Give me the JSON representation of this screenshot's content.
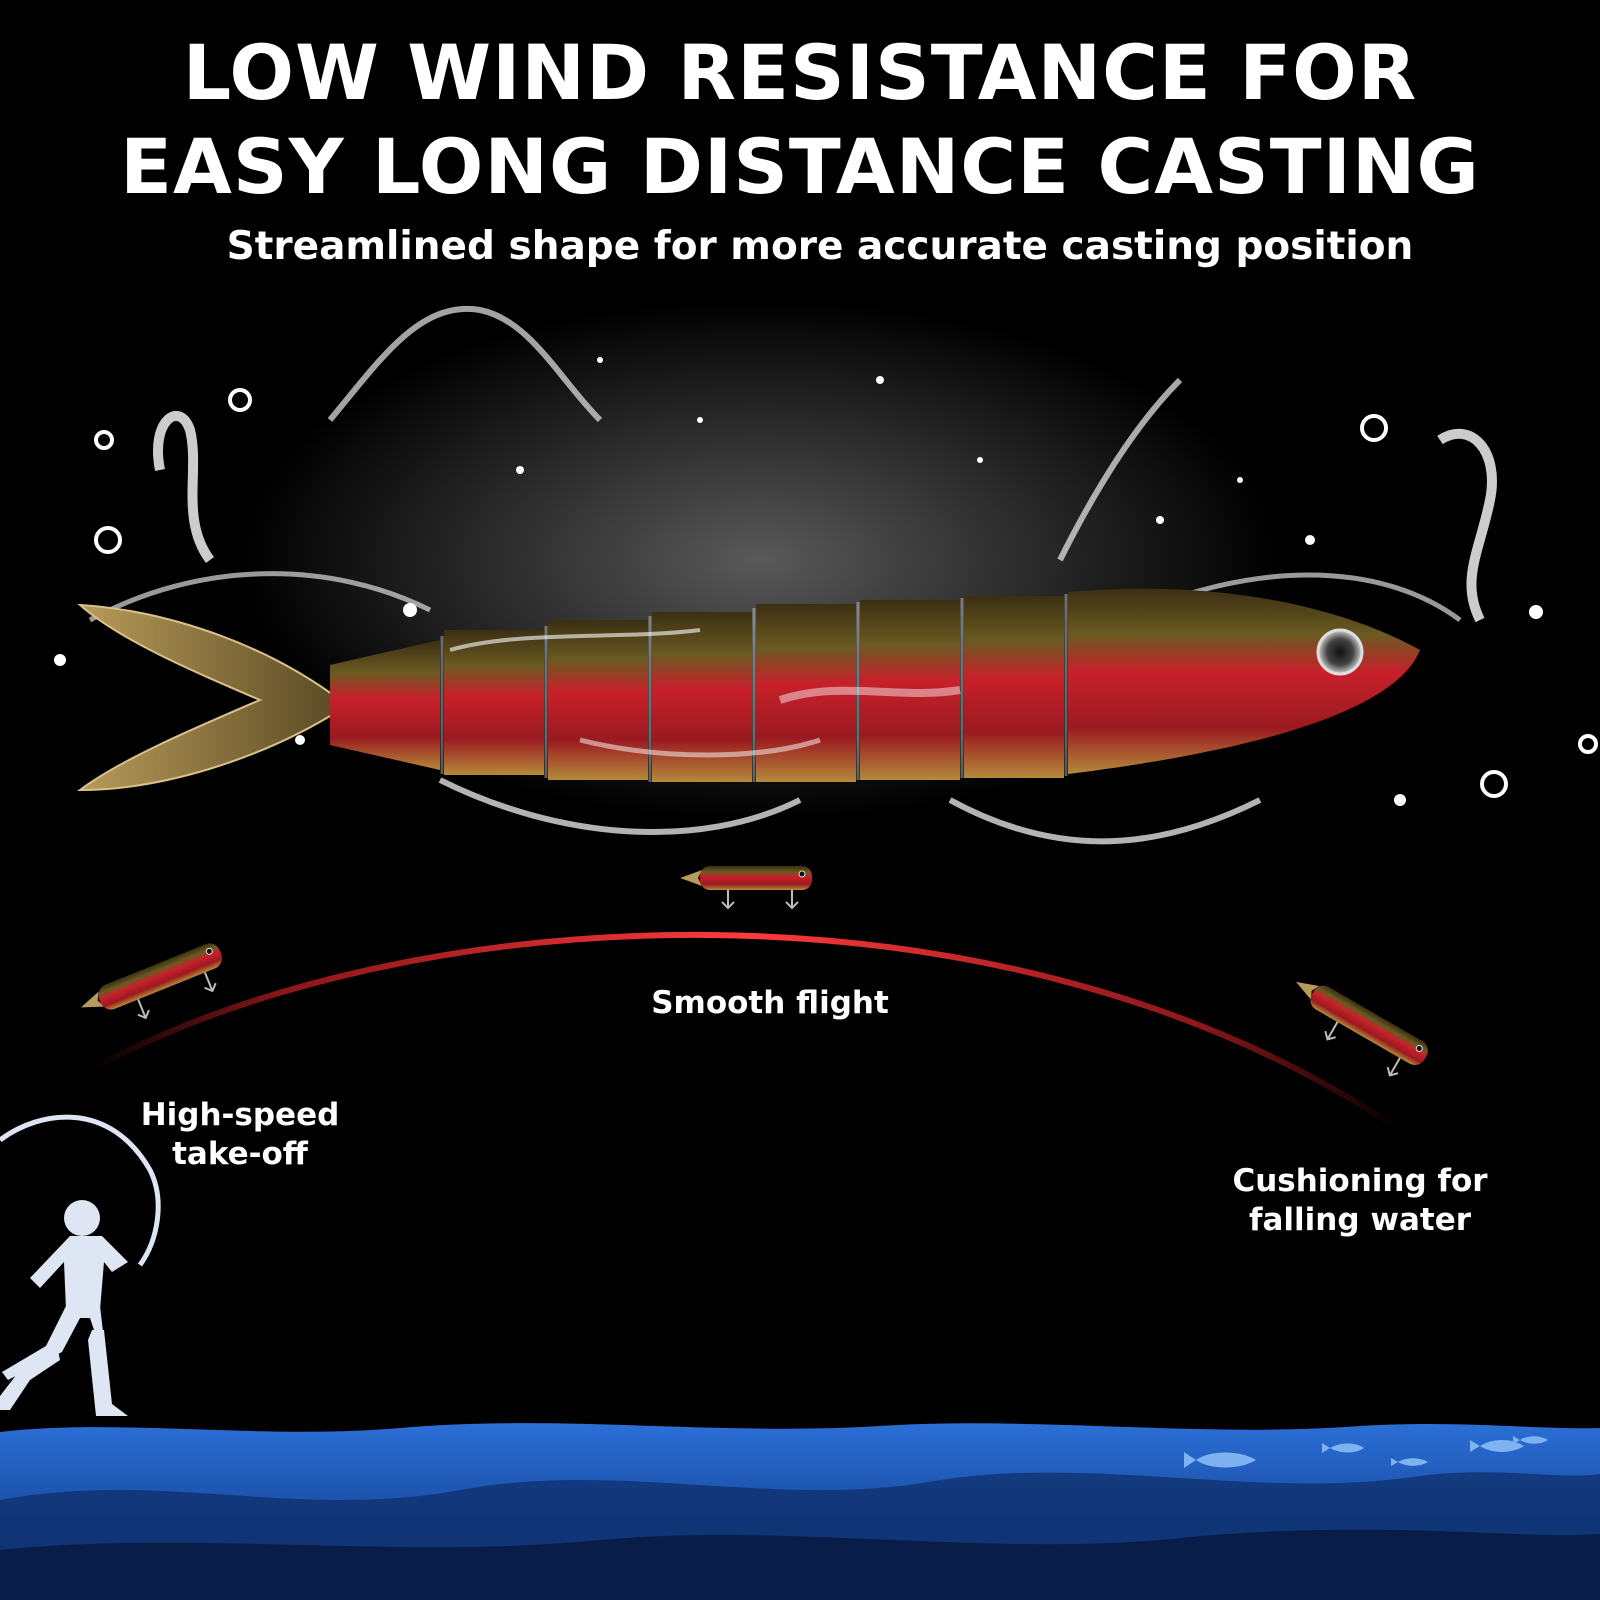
{
  "headline": {
    "line1": "LOW WIND RESISTANCE FOR",
    "line2": "EASY LONG DISTANCE CASTING"
  },
  "subheadline": "Streamlined shape for more accurate casting position",
  "flight_stages": {
    "takeoff": {
      "line1": "High-speed",
      "line2": "take-off"
    },
    "smooth": "Smooth flight",
    "cushion": {
      "line1": "Cushioning for",
      "line2": "falling water"
    }
  },
  "colors": {
    "background": "#000000",
    "text": "#ffffff",
    "trajectory": "#e8262b",
    "lure_red": "#c8202a",
    "lure_olive": "#6b5a22",
    "water": "#1f5bb8"
  },
  "icons": [
    "water-splash-icon",
    "fishing-lure-icon",
    "fisherman-silhouette-icon",
    "fish-school-icon"
  ]
}
